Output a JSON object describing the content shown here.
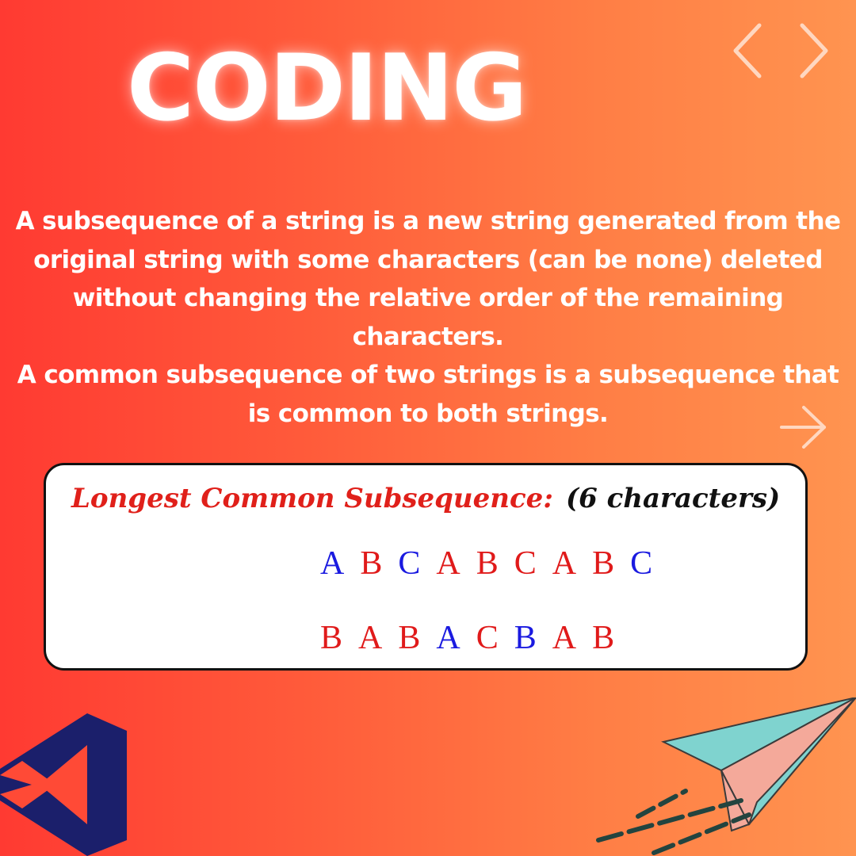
{
  "title": "CODING",
  "description": {
    "p1": "A subsequence of a string is a new string generated from the original string with some characters (can be none) deleted without changing the relative order of the remaining characters.",
    "p2": "A common subsequence of two strings is a subsequence that is common to both strings."
  },
  "card": {
    "title": "Longest Common Subsequence:",
    "subtitle": "(6 characters)",
    "sequence1": [
      {
        "ch": "A",
        "hl": true
      },
      {
        "ch": "B",
        "hl": false
      },
      {
        "ch": "C",
        "hl": true
      },
      {
        "ch": "A",
        "hl": false
      },
      {
        "ch": "B",
        "hl": false
      },
      {
        "ch": "C",
        "hl": false
      },
      {
        "ch": "A",
        "hl": false
      },
      {
        "ch": "B",
        "hl": false
      },
      {
        "ch": "C",
        "hl": true
      }
    ],
    "sequence2": [
      {
        "ch": "B",
        "hl": false
      },
      {
        "ch": "A",
        "hl": false
      },
      {
        "ch": "B",
        "hl": false
      },
      {
        "ch": "A",
        "hl": true
      },
      {
        "ch": "C",
        "hl": false
      },
      {
        "ch": "B",
        "hl": true
      },
      {
        "ch": "A",
        "hl": false
      },
      {
        "ch": "B",
        "hl": false
      }
    ]
  },
  "colors": {
    "highlight": "#1a1ae0",
    "normal": "#e01a1a",
    "card_title": "#e0201a"
  },
  "icons": [
    "code-brackets-icon",
    "right-arrow-icon",
    "visual-studio-logo-icon",
    "paper-plane-icon"
  ]
}
